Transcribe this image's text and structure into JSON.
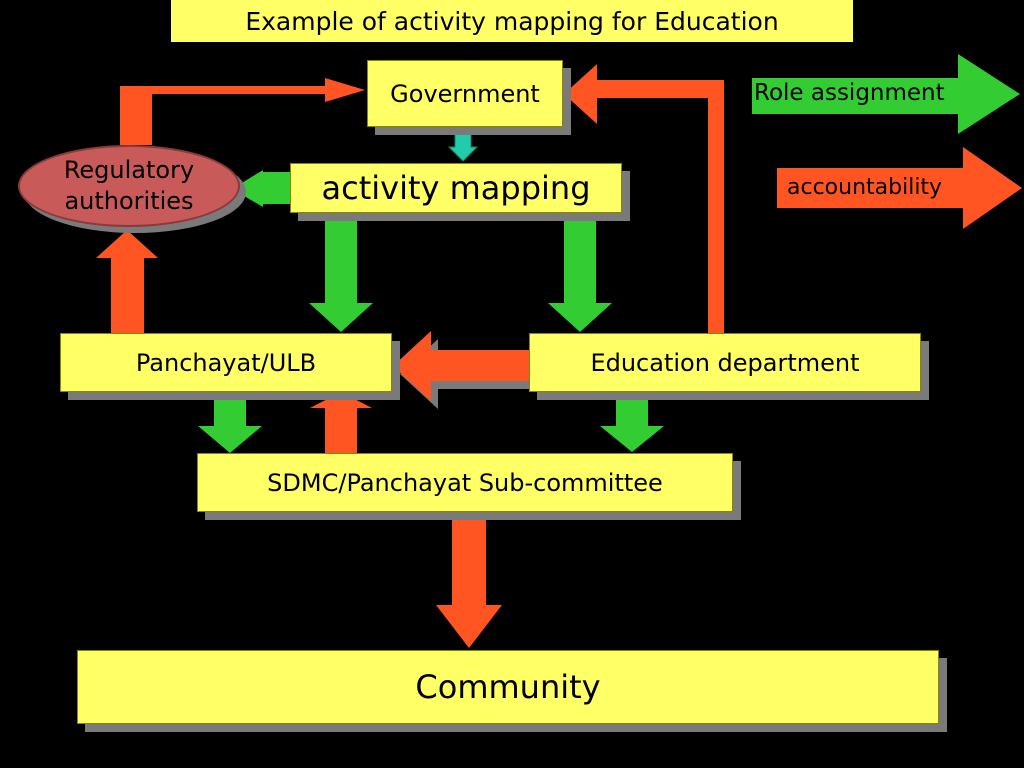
{
  "title": "Example of activity mapping for Education",
  "nodes": {
    "government": "Government",
    "activity_mapping": "activity mapping",
    "regulatory_line1": "Regulatory",
    "regulatory_line2": "authorities",
    "panchayat_ulb": "Panchayat/ULB",
    "education_department": "Education department",
    "sdmc": "SDMC/Panchayat Sub-committee",
    "community": "Community"
  },
  "legend": {
    "role_assignment": "Role assignment",
    "accountability": "accountability"
  },
  "colors": {
    "role_assignment": "#33cc33",
    "accountability": "#ff5522",
    "box_fill": "#ffff66",
    "ellipse_fill": "#c85a5a",
    "connector_teal": "#22ccaa"
  }
}
